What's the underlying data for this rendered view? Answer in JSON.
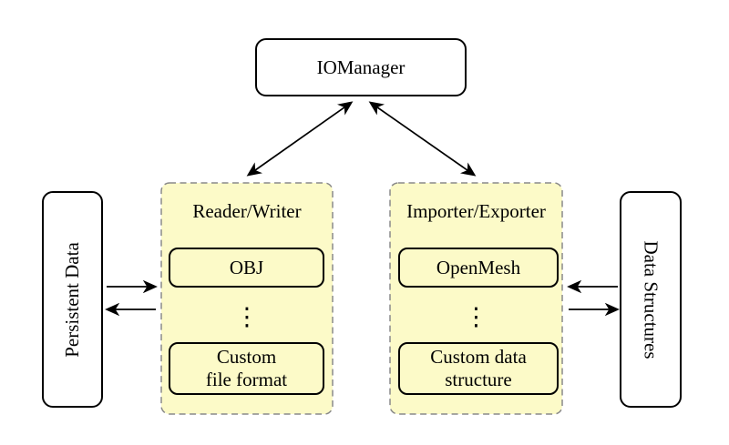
{
  "colors": {
    "canvas": "#ffffff",
    "group_fill": "#FCFAC8",
    "group_border": "#8A8A8A",
    "node_fill": "#FFFFFF",
    "stroke": "#000000"
  },
  "nodes": {
    "iomanager": {
      "label": "IOManager"
    },
    "persistent_data": {
      "label": "Persistent Data"
    },
    "data_structures": {
      "label": "Data Structures"
    },
    "reader_writer": {
      "title": "Reader/Writer",
      "item_top": "OBJ",
      "item_bottom_line1": "Custom",
      "item_bottom_line2": "file format",
      "ellipsis": "⋮"
    },
    "importer_exporter": {
      "title": "Importer/Exporter",
      "item_top": "OpenMesh",
      "item_bottom_line1": "Custom data",
      "item_bottom_line2": "structure",
      "ellipsis": "⋮"
    }
  },
  "connections": [
    {
      "from": "IOManager",
      "to": "Reader/Writer",
      "bidirectional": true
    },
    {
      "from": "IOManager",
      "to": "Importer/Exporter",
      "bidirectional": true
    },
    {
      "from": "Persistent Data",
      "to": "Reader/Writer",
      "bidirectional": false
    },
    {
      "from": "Reader/Writer",
      "to": "Persistent Data",
      "bidirectional": false
    },
    {
      "from": "Data Structures",
      "to": "Importer/Exporter",
      "bidirectional": false
    },
    {
      "from": "Importer/Exporter",
      "to": "Data Structures",
      "bidirectional": false
    }
  ]
}
